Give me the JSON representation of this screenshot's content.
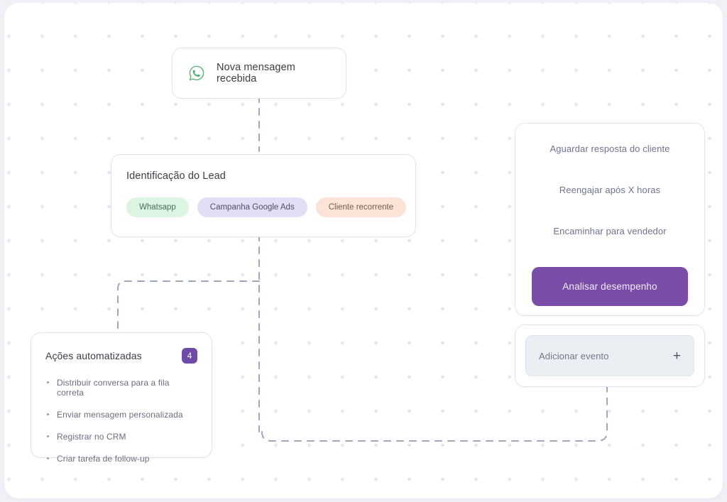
{
  "theme": {
    "page_background": "#f2f0f7",
    "canvas_background": "#ffffff",
    "card_border": "#e6e1f0",
    "connector_color": "#9fa8bb",
    "accent_purple": "#7a4ea8",
    "badge_purple": "#6f4aa8",
    "dot_grid_color": "#e9e7ee"
  },
  "trigger": {
    "icon": "whatsapp-icon",
    "label": "Nova mensagem recebida"
  },
  "lead": {
    "title": "Identificação do Lead",
    "chips": [
      {
        "label": "Whatsapp",
        "background": "#dcf5e3",
        "text_color": "#4a6d57"
      },
      {
        "label": "Campanha Google Ads",
        "background": "#e1def5",
        "text_color": "#50506b"
      },
      {
        "label": "Cliente recorrente",
        "background": "#fbe3d8",
        "text_color": "#7a5a4c"
      }
    ]
  },
  "actions": {
    "title": "Ações automatizadas",
    "count": "4",
    "items": [
      "Distribuir conversa para a fila correta",
      "Enviar mensagem personalizada",
      "Registrar no CRM",
      "Criar tarefa de follow-up"
    ]
  },
  "steps": {
    "items": [
      "Aguardar resposta do cliente",
      "Reengajar após X horas",
      "Encaminhar para vendedor"
    ],
    "cta_label": "Analisar desempenho"
  },
  "add_event": {
    "label": "Adicionar evento",
    "plus_icon": "plus-icon",
    "plus_glyph": "+"
  }
}
